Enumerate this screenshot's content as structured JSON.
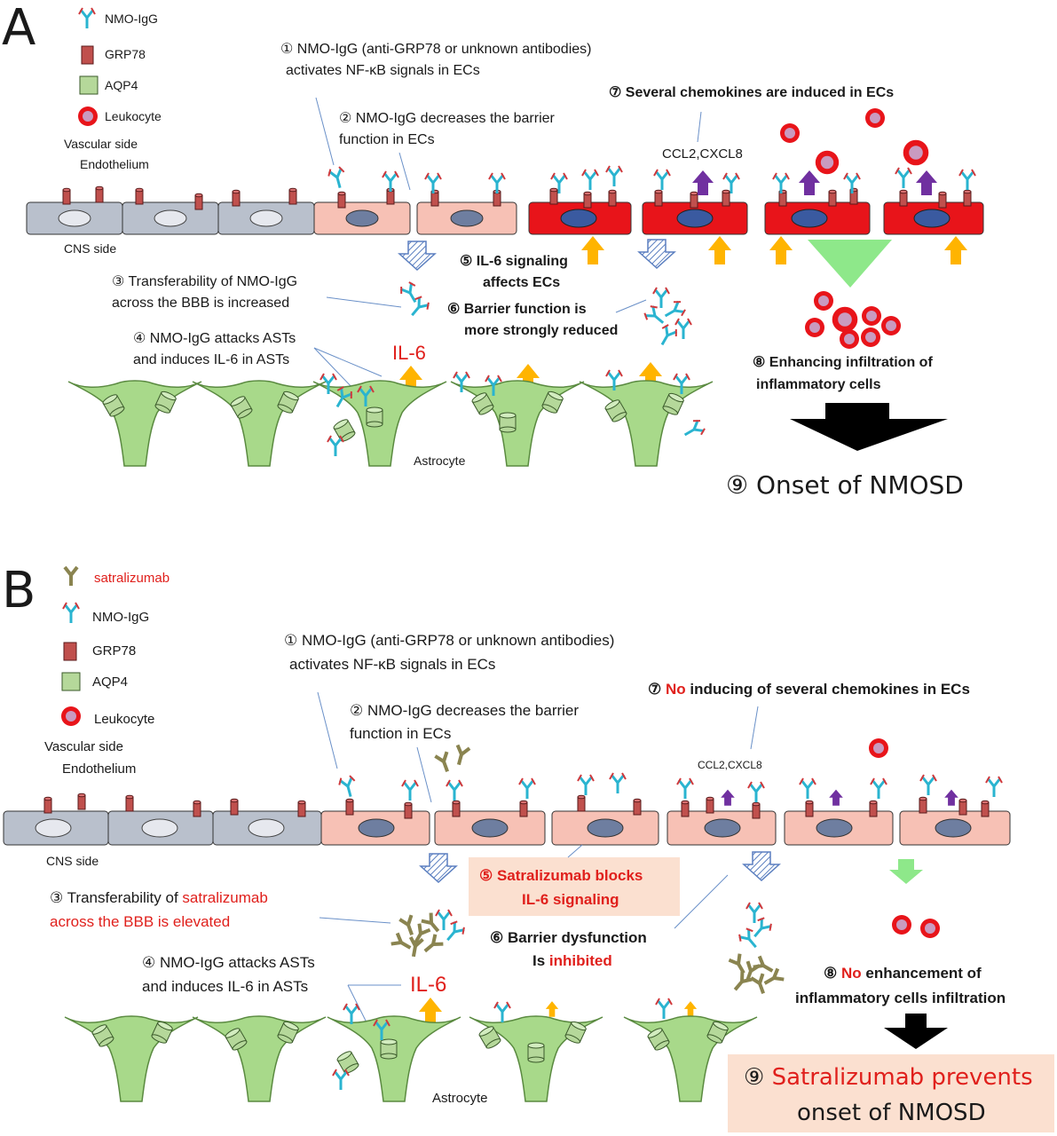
{
  "panel_a": {
    "letter": "A",
    "legend": {
      "nmo_igg": "NMO-IgG",
      "grp78": "GRP78",
      "aqp4": "AQP4",
      "leukocyte": "Leukocyte"
    },
    "vascular_side": "Vascular side",
    "endothelium": "Endothelium",
    "cns_side": "CNS side",
    "step1": [
      "① NMO-IgG (anti-GRP78 or unknown antibodies)",
      "activates NF-κB signals in ECs"
    ],
    "step2": [
      "② NMO-IgG decreases the barrier",
      "function in ECs"
    ],
    "step3": [
      "③ Transferability of NMO-IgG",
      "across the BBB is increased"
    ],
    "step4": [
      "④ NMO-IgG attacks ASTs",
      "and induces IL-6 in ASTs"
    ],
    "step5": [
      "⑤ IL-6 signaling",
      "affects ECs"
    ],
    "step6": [
      "⑥ Barrier function is",
      "more strongly reduced"
    ],
    "step7": "⑦ Several chemokines are induced in ECs",
    "chemokines": "CCL2,CXCL8",
    "step8": [
      "⑧ Enhancing infiltration of",
      "inflammatory cells"
    ],
    "step9": "⑨ Onset of NMOSD",
    "il6": "IL-6",
    "astrocyte": "Astrocyte"
  },
  "panel_b": {
    "letter": "B",
    "legend": {
      "satralizumab": "satralizumab",
      "nmo_igg": "NMO-IgG",
      "grp78": "GRP78",
      "aqp4": "AQP4",
      "leukocyte": "Leukocyte"
    },
    "vascular_side": "Vascular side",
    "endothelium": "Endothelium",
    "cns_side": "CNS side",
    "step1": [
      "① NMO-IgG (anti-GRP78 or unknown antibodies)",
      "activates NF-κB signals in ECs"
    ],
    "step2": [
      "② NMO-IgG decreases the barrier",
      "function in ECs"
    ],
    "step3_prefix": "③ Transferability of ",
    "step3_red1": "satralizumab",
    "step3_red2": "across the BBB is elevated",
    "step4": [
      "④ NMO-IgG attacks ASTs",
      "and induces IL-6 in ASTs"
    ],
    "step5": [
      "⑤ Satralizumab blocks",
      "IL-6 signaling"
    ],
    "step6_line1": "⑥ Barrier dysfunction",
    "step6_prefix": "Is ",
    "step6_red": "inhibited",
    "step7_num": "⑦ ",
    "step7_red": "No",
    "step7_rest": " inducing of several chemokines in ECs",
    "chemokines": "CCL2,CXCL8",
    "step8_num": "⑧ ",
    "step8_red": "No",
    "step8_rest": " enhancement of",
    "step8_line2": "inflammatory cells infiltration",
    "step9_num": "⑨ ",
    "step9_red": "Satralizumab  prevents",
    "step9_line2": "onset of NMOSD",
    "il6": "IL-6",
    "astrocyte": "Astrocyte"
  },
  "colors": {
    "normal_cell": "#b9c0cc",
    "affected_cell": "#f7c1b5",
    "activated_cell": "#e8141a",
    "nucleus": "#3a5aa0",
    "grp78": "#c0504d",
    "aqp4": "#b5d89a",
    "astrocyte": "#a8d98a",
    "arrow_orange": "#ffb400",
    "arrow_purple": "#7030a0",
    "arrow_green": "#8ee88a",
    "antibody_blue": "#2ab4d0",
    "satralizumab": "#8a8450",
    "red_text": "#e0201c",
    "highlight_box": "#fbe0d0"
  }
}
